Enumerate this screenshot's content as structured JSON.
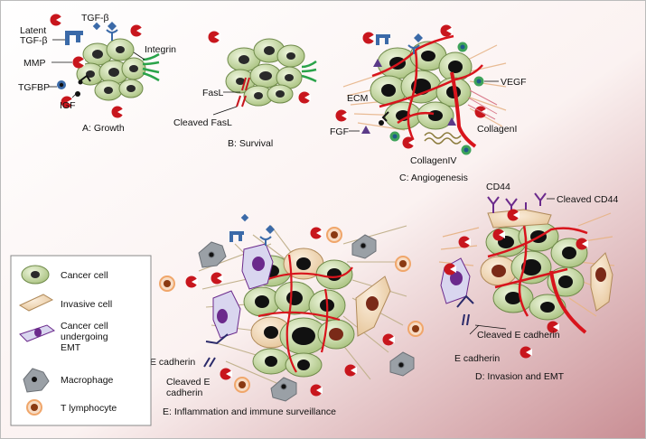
{
  "panels": {
    "a": "A: Growth",
    "b": "B: Survival",
    "c": "C: Angiogenesis",
    "d": "D: Invasion and EMT",
    "e": "E: Inflammation and immune surveillance"
  },
  "labels": {
    "latent": "Latent",
    "tgfb_latent": "TGF-β",
    "tgfb": "TGF-β",
    "integrin": "Integrin",
    "mmp": "MMP",
    "tgfbp": "TGFBP",
    "igf": "IGF",
    "fasl": "FasL",
    "cleaved_fasl": "Cleaved FasL",
    "ecm": "ECM",
    "vegf": "VEGF",
    "fgf": "FGF",
    "collagen1": "CollagenI",
    "collagen4": "CollagenIV",
    "cd44": "CD44",
    "cleaved_cd44": "Cleaved CD44",
    "cleaved_ecad_d": "Cleaved E cadherin",
    "ecad_d": "E cadherin",
    "ecad_e": "E cadherin",
    "cleaved_e": "Cleaved E",
    "cadherin": "cadherin"
  },
  "legend": {
    "cancer_cell": "Cancer cell",
    "invasive_cell": "Invasive cell",
    "emt_line1": "Cancer cell",
    "emt_line2": "undergoing",
    "emt_line3": "EMT",
    "macrophage": "Macrophage",
    "t_lymphocyte": "T lymphocyte"
  },
  "colors": {
    "cell_fill": "#c9dca6",
    "cell_stroke": "#6f8a4a",
    "nucleus": "#111111",
    "mmp_red": "#c8161d",
    "tgf_blue": "#3b6aa8",
    "integrin_green": "#2aa34a",
    "vessel_red": "#d8141c",
    "invasive_fill": "#f3dfc2",
    "emt_fill": "#d9d6ef",
    "emt_nucleus": "#6b2a8c",
    "macrophage": "#9aa0a6",
    "tcell_ring": "#f0a66a",
    "tcell_core": "#8a3a12",
    "legend_border": "#888888"
  }
}
